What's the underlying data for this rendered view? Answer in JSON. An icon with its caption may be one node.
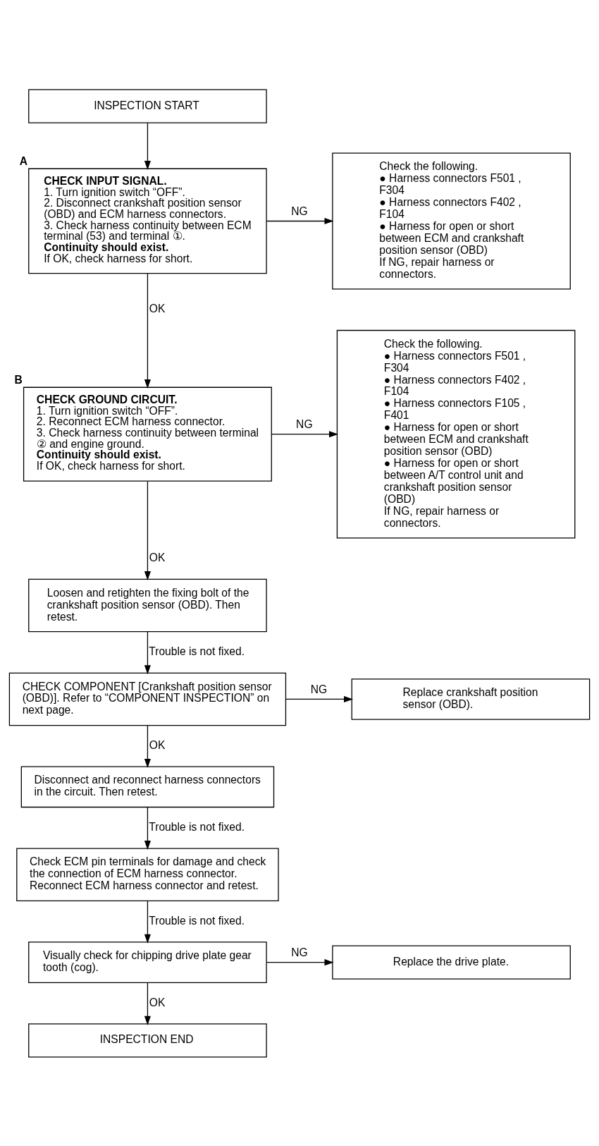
{
  "diagram": {
    "nodes": [
      {
        "text": [
          "INSPECTION START"
        ]
      },
      {
        "text": [
          "CHECK INPUT SIGNAL.",
          "1. Turn ignition switch “OFF”.",
          "2. Disconnect crankshaft position sensor (OBD) and ECM harness connectors.",
          "3. Check harness continuity between ECM terminal (53) and terminal ①.",
          "Continuity should exist.",
          "If OK, check harness for short."
        ],
        "beside": [
          "A"
        ]
      },
      {
        "text": [
          "Check the following.",
          "● Harness connectors F501 , F304",
          "● Harness connectors F402 , F104",
          "● Harness for open or short between ECM and crankshaft position sensor (OBD)",
          "If NG, repair harness or connectors."
        ]
      },
      {
        "text": [
          "CHECK GROUND CIRCUIT.",
          "1. Turn ignition switch “OFF”.",
          "2. Reconnect ECM harness connector.",
          "3. Check harness continuity between terminal ② and engine ground.",
          "Continuity should exist.",
          "If OK, check harness for short."
        ],
        "beside": [
          "B"
        ]
      },
      {
        "text": [
          "Check the following.",
          "● Harness connectors F501 , F304",
          "● Harness connectors F402 , F104",
          "● Harness connectors F105 , F401",
          "● Harness for open or short between ECM and crankshaft position sensor (OBD)",
          "● Harness for open or short between A/T control unit and crankshaft position sensor (OBD)",
          "If NG, repair harness or connectors."
        ]
      },
      {
        "text": [
          "Loosen and retighten the fixing bolt of the crankshaft position sensor (OBD). Then retest."
        ]
      },
      {
        "text": [
          "CHECK COMPONENT [Crankshaft position sensor (OBD)]. Refer to “COMPONENT INSPECTION” on next page."
        ]
      },
      {
        "text": [
          "Replace crankshaft position sensor (OBD)."
        ]
      },
      {
        "text": [
          "Disconnect and reconnect harness connectors in the circuit. Then retest."
        ]
      },
      {
        "text": [
          "Check ECM pin terminals for damage and check the connection of ECM harness connector. Reconnect ECM harness connector and retest."
        ]
      },
      {
        "text": [
          "Visually check for chipping drive plate gear tooth (cog)."
        ]
      },
      {
        "text": [
          "Replace the drive plate."
        ]
      },
      {
        "text": [
          "INSPECTION END"
        ]
      }
    ],
    "edges": [
      {
        "from": 0,
        "to": 1,
        "arrow": "to"
      },
      {
        "from": 1,
        "to": 2,
        "arrow": "to",
        "label": "NG"
      },
      {
        "from": 1,
        "to": 3,
        "arrow": "to",
        "label": "OK"
      },
      {
        "from": 3,
        "to": 4,
        "arrow": "to",
        "label": "NG"
      },
      {
        "from": 3,
        "to": 5,
        "arrow": "to",
        "label": "OK"
      },
      {
        "from": 5,
        "to": 6,
        "arrow": "to",
        "label": "Trouble is not fixed."
      },
      {
        "from": 6,
        "to": 7,
        "arrow": "to",
        "label": "NG"
      },
      {
        "from": 6,
        "to": 8,
        "arrow": "to",
        "label": "OK"
      },
      {
        "from": 8,
        "to": 9,
        "arrow": "to",
        "label": "Trouble is not fixed."
      },
      {
        "from": 9,
        "to": 10,
        "arrow": "to",
        "label": "Trouble is not fixed."
      },
      {
        "from": 10,
        "to": 11,
        "arrow": "to",
        "label": "NG"
      },
      {
        "from": 10,
        "to": 12,
        "arrow": "to",
        "label": "OK"
      }
    ]
  }
}
